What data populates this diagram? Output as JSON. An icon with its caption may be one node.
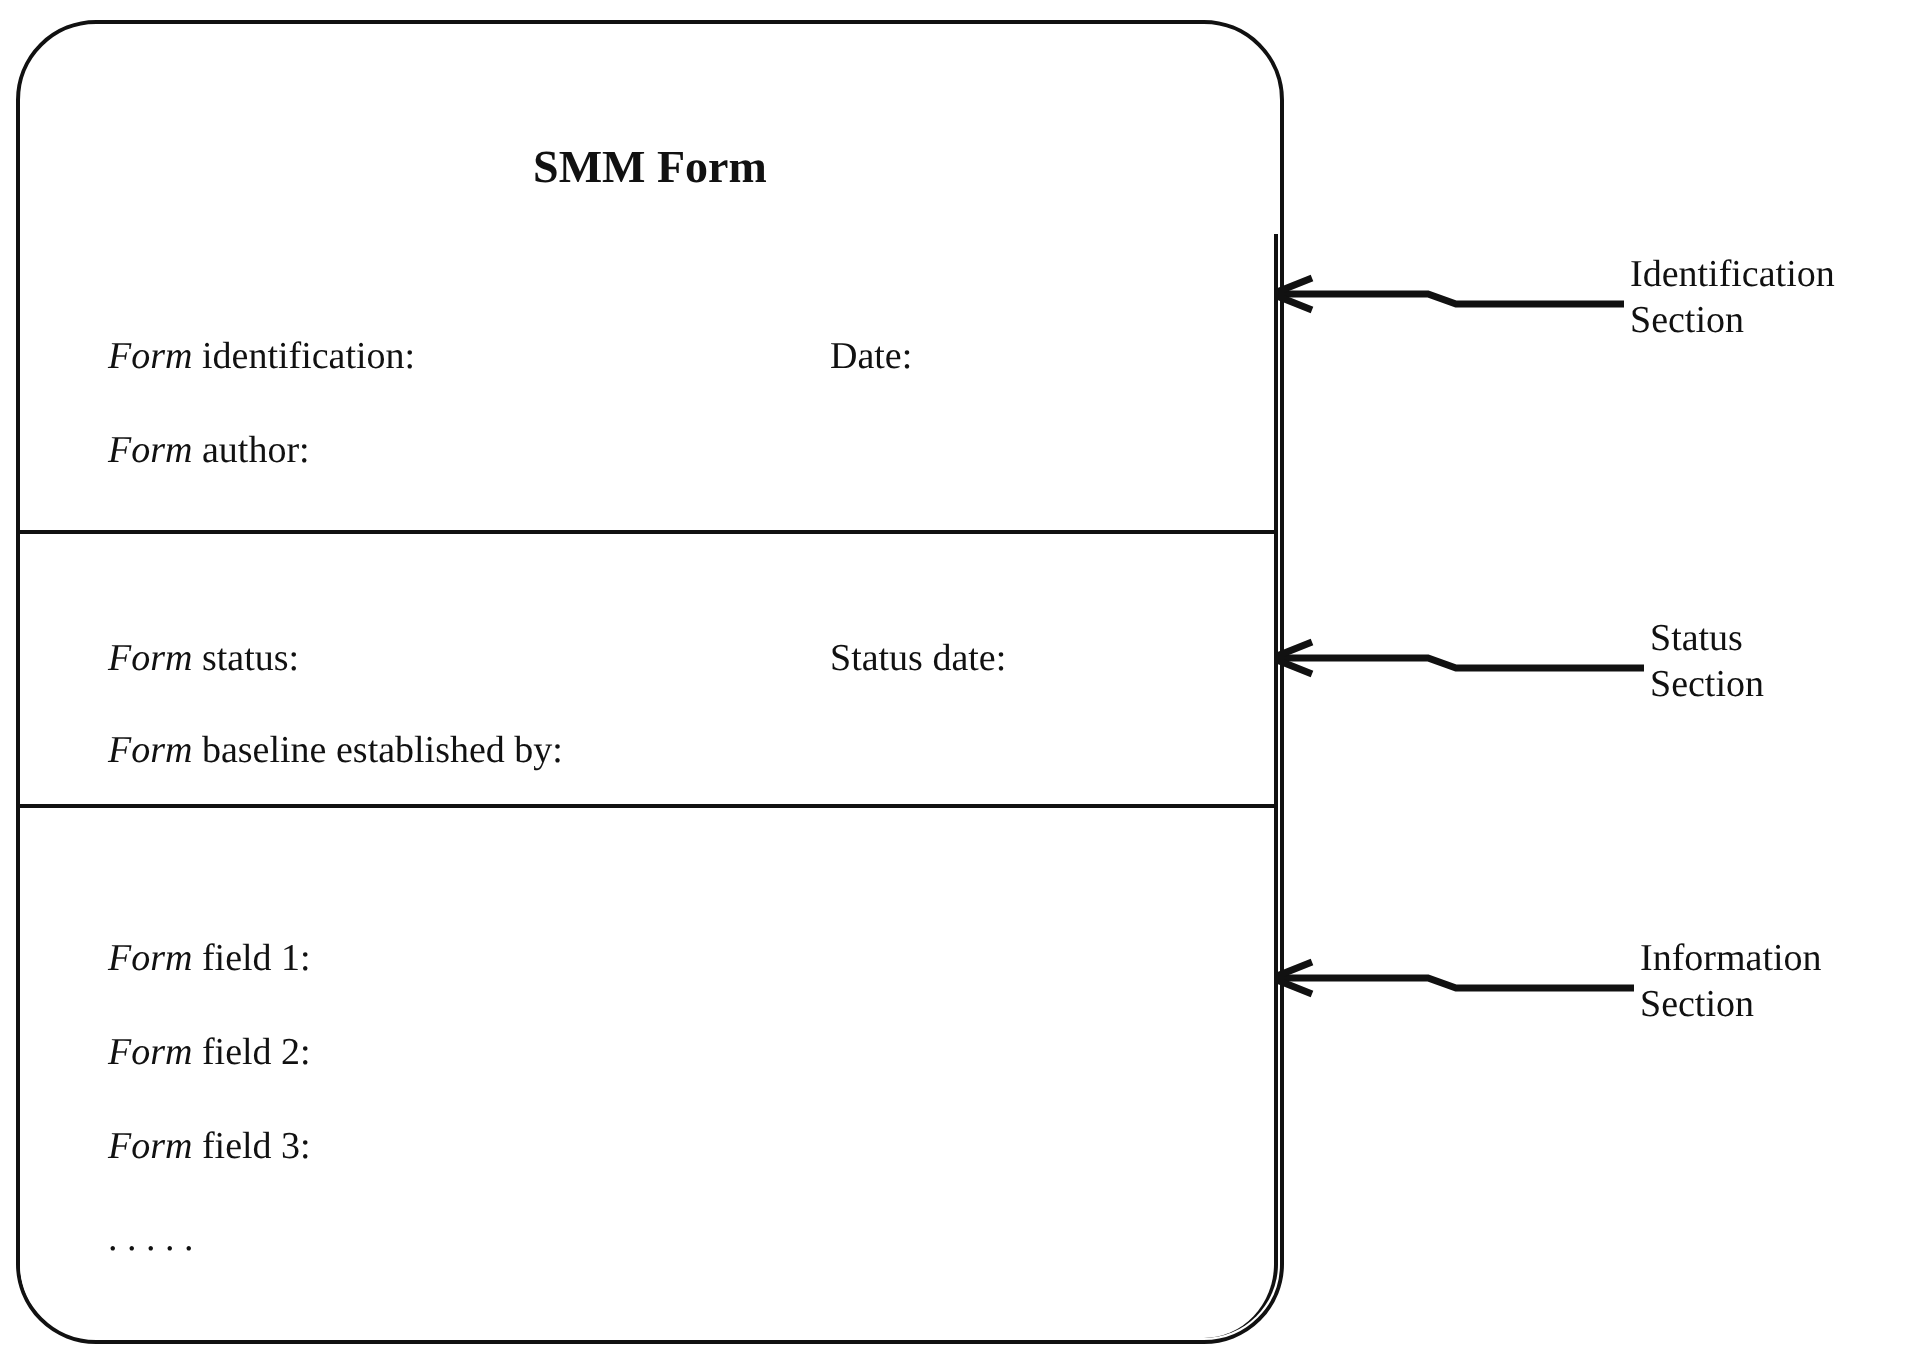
{
  "diagram": {
    "nodes": [
      {
        "text": [
          "SMM Form"
        ]
      },
      {
        "text": [
          "*Form* identification:",
          "Date:",
          "*Form* author:"
        ],
        "in": 0
      },
      {
        "text": [
          "*Form* status:",
          "Status date:",
          "*Form* baseline established by:"
        ],
        "in": 0
      },
      {
        "text": [
          "*Form* field 1:",
          "*Form* field 2:",
          "*Form* field 3:",
          ". . . . ."
        ],
        "in": 0
      },
      {
        "text": [
          "Identification Section"
        ]
      },
      {
        "text": [
          "Status Section"
        ]
      },
      {
        "text": [
          "Information Section"
        ]
      }
    ],
    "edges": [
      {
        "from": 4,
        "to": 1,
        "arrow": "to"
      },
      {
        "from": 5,
        "to": 2,
        "arrow": "to"
      },
      {
        "from": 6,
        "to": 3,
        "arrow": "to"
      }
    ]
  }
}
